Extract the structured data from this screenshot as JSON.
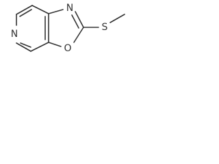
{
  "molecule": {
    "atoms": {
      "ring_n": "N",
      "imine_n": "N",
      "ring_o": "O",
      "thio_s": "S"
    }
  }
}
